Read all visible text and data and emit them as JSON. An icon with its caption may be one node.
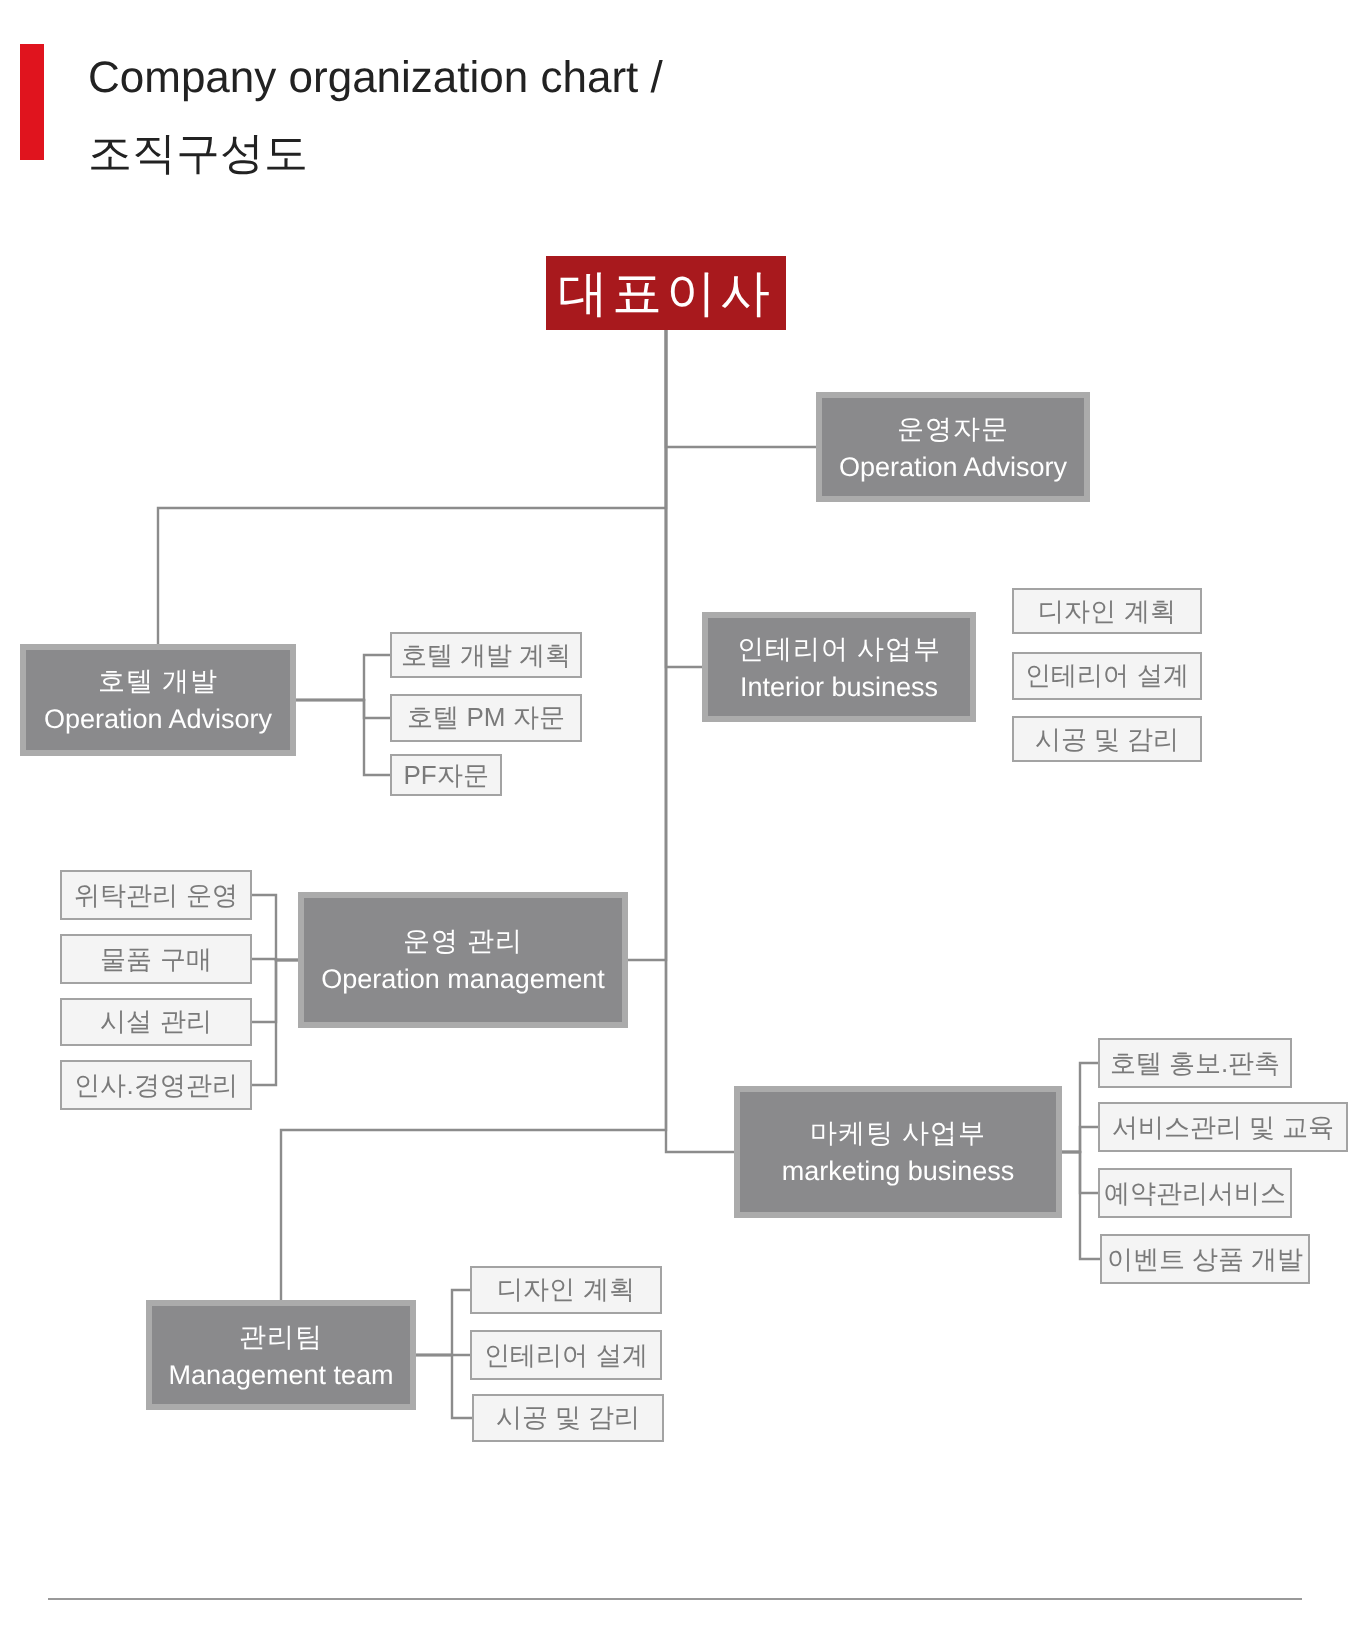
{
  "diagram": {
    "title": "Company organization chart / 조직구성도",
    "nodes": [
      {
        "text": [
          "대표이사"
        ]
      },
      {
        "text": [
          "운영자문",
          "Operation Advisory"
        ]
      },
      {
        "text": [
          "호텔 개발",
          "Operation Advisory"
        ]
      },
      {
        "text": [
          "호텔 개발 계획"
        ]
      },
      {
        "text": [
          "호텔 PM 자문"
        ]
      },
      {
        "text": [
          "PF자문"
        ]
      },
      {
        "text": [
          "인테리어 사업부",
          "Interior business"
        ]
      },
      {
        "text": [
          "디자인 계획"
        ]
      },
      {
        "text": [
          "인테리어 설계"
        ]
      },
      {
        "text": [
          "시공 및 감리"
        ]
      },
      {
        "text": [
          "위탁관리 운영"
        ]
      },
      {
        "text": [
          "물품 구매"
        ]
      },
      {
        "text": [
          "시설 관리"
        ]
      },
      {
        "text": [
          "인사.경영관리"
        ]
      },
      {
        "text": [
          "운영 관리",
          "Operation management"
        ]
      },
      {
        "text": [
          "마케팅 사업부",
          "marketing business"
        ]
      },
      {
        "text": [
          "호텔 홍보.판촉"
        ]
      },
      {
        "text": [
          "서비스관리 및 교육"
        ]
      },
      {
        "text": [
          "예약관리서비스"
        ]
      },
      {
        "text": [
          "이벤트 상품 개발"
        ]
      },
      {
        "text": [
          "관리팀",
          "Management team"
        ]
      },
      {
        "text": [
          "디자인 계획"
        ]
      },
      {
        "text": [
          "인테리어 설계"
        ]
      },
      {
        "text": [
          "시공 및 감리"
        ]
      }
    ],
    "edges": [
      {
        "from": 0,
        "to": 1,
        "arrow": "none"
      },
      {
        "from": 0,
        "to": 2,
        "arrow": "none"
      },
      {
        "from": 0,
        "to": 6,
        "arrow": "none"
      },
      {
        "from": 0,
        "to": 14,
        "arrow": "none"
      },
      {
        "from": 0,
        "to": 15,
        "arrow": "none"
      },
      {
        "from": 0,
        "to": 20,
        "arrow": "none"
      },
      {
        "from": 2,
        "to": 3,
        "arrow": "none"
      },
      {
        "from": 2,
        "to": 4,
        "arrow": "none"
      },
      {
        "from": 2,
        "to": 5,
        "arrow": "none"
      },
      {
        "from": 14,
        "to": 10,
        "arrow": "none"
      },
      {
        "from": 14,
        "to": 11,
        "arrow": "none"
      },
      {
        "from": 14,
        "to": 12,
        "arrow": "none"
      },
      {
        "from": 14,
        "to": 13,
        "arrow": "none"
      },
      {
        "from": 15,
        "to": 16,
        "arrow": "none"
      },
      {
        "from": 15,
        "to": 17,
        "arrow": "none"
      },
      {
        "from": 15,
        "to": 18,
        "arrow": "none"
      },
      {
        "from": 15,
        "to": 19,
        "arrow": "none"
      },
      {
        "from": 20,
        "to": 21,
        "arrow": "none"
      },
      {
        "from": 20,
        "to": 22,
        "arrow": "none"
      },
      {
        "from": 20,
        "to": 23,
        "arrow": "none"
      }
    ]
  }
}
